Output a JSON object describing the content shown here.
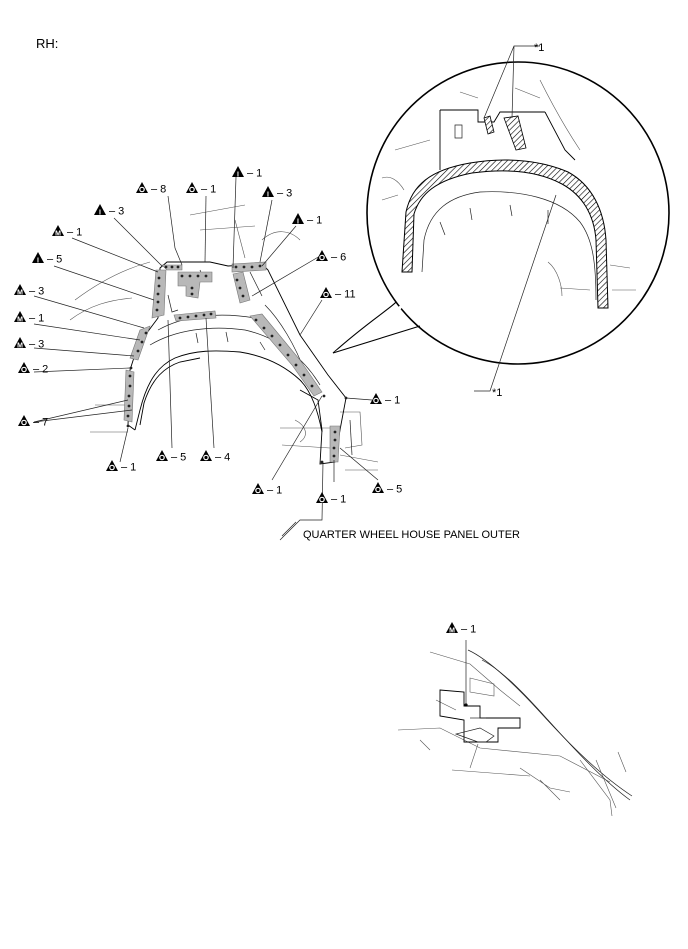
{
  "side_label": "RH:",
  "part_name": "QUARTER WHEEL HOUSE PANEL OUTER",
  "detail_note": "*1",
  "symbols": {
    "o": "O",
    "m": "M",
    "i": "I"
  },
  "callouts": [
    {
      "id": "c1",
      "sym": "i",
      "sep": "–",
      "num": "1"
    },
    {
      "id": "c2",
      "sym": "o",
      "sep": "–",
      "num": "8"
    },
    {
      "id": "c3",
      "sym": "o",
      "sep": "–",
      "num": "1"
    },
    {
      "id": "c4",
      "sym": "i",
      "sep": "–",
      "num": "3"
    },
    {
      "id": "c5",
      "sym": "i",
      "sep": "–",
      "num": "3"
    },
    {
      "id": "c6",
      "sym": "m",
      "sep": "–",
      "num": "1"
    },
    {
      "id": "c7",
      "sym": "i",
      "sep": "–",
      "num": "1"
    },
    {
      "id": "c8",
      "sym": "i",
      "sep": "–",
      "num": "5"
    },
    {
      "id": "c9",
      "sym": "o",
      "sep": "–",
      "num": "6"
    },
    {
      "id": "c10",
      "sym": "m",
      "sep": "–",
      "num": "3"
    },
    {
      "id": "c11",
      "sym": "o",
      "sep": "–",
      "num": "11"
    },
    {
      "id": "c12",
      "sym": "m",
      "sep": "–",
      "num": "1"
    },
    {
      "id": "c13",
      "sym": "m",
      "sep": "–",
      "num": "3"
    },
    {
      "id": "c14",
      "sym": "o",
      "sep": "–",
      "num": "2"
    },
    {
      "id": "c15",
      "sym": "o",
      "sep": "–",
      "num": "1"
    },
    {
      "id": "c16",
      "sym": "o",
      "sep": "–",
      "num": "7"
    },
    {
      "id": "c17",
      "sym": "o",
      "sep": "–",
      "num": "1"
    },
    {
      "id": "c18",
      "sym": "o",
      "sep": "–",
      "num": "5"
    },
    {
      "id": "c19",
      "sym": "o",
      "sep": "–",
      "num": "4"
    },
    {
      "id": "c20",
      "sym": "o",
      "sep": "–",
      "num": "1"
    },
    {
      "id": "c21",
      "sym": "o",
      "sep": "–",
      "num": "1"
    },
    {
      "id": "c22",
      "sym": "o",
      "sep": "–",
      "num": "5"
    },
    {
      "id": "c23",
      "sym": "m",
      "sep": "–",
      "num": "1"
    }
  ]
}
